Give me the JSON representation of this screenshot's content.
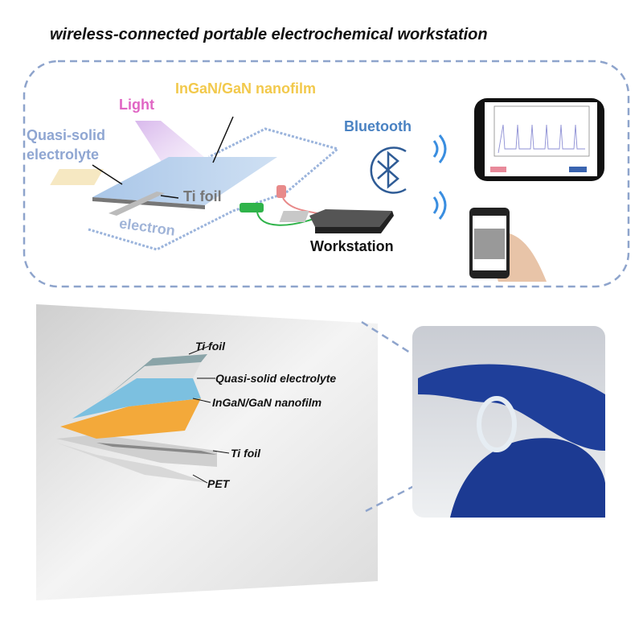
{
  "title": "wireless-connected portable electrochemical workstation",
  "top_panel": {
    "labels": {
      "light": "Light",
      "nanofilm": "InGaN/GaN nanofilm",
      "electrolyte_line1": "Quasi-solid",
      "electrolyte_line2": "electrolyte",
      "ti_foil": "Ti foil",
      "electron": "electron",
      "workstation": "Workstation",
      "bluetooth": "Bluetooth"
    },
    "colors": {
      "light": "#e066c4",
      "nanofilm": "#f2c94c",
      "electrolyte": "#8fa6d2",
      "bluetooth": "#4a82c2",
      "dashed_border": "#8ea4cc"
    }
  },
  "bottom_panel": {
    "layer_labels": [
      "Ti foil",
      "Quasi-solid electrolyte",
      "InGaN/GaN nanofilm",
      "Ti foil",
      "PET"
    ]
  }
}
